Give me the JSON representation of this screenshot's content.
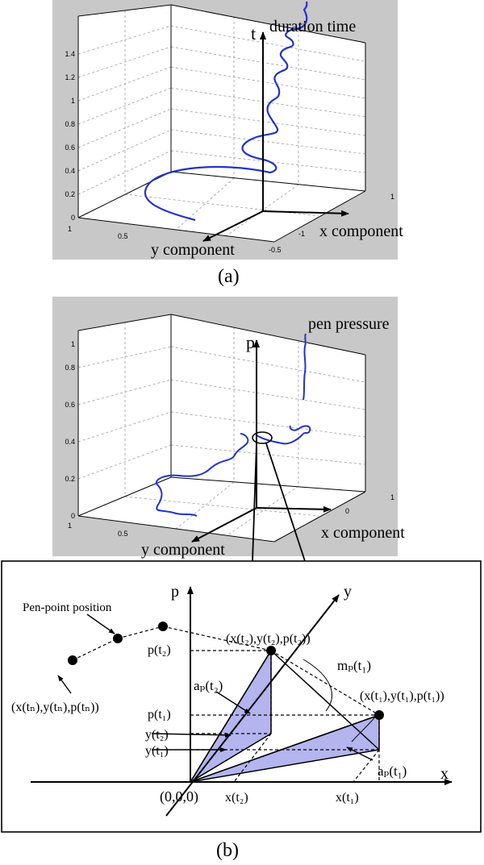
{
  "panel_a": {
    "caption": "(a)",
    "t_axis_label": "t",
    "title_label": "duration time",
    "x_axis_label": "x component",
    "y_axis_label": "y component",
    "z_ticks": [
      "0",
      "0.2",
      "0.4",
      "0.6",
      "0.8",
      "1",
      "1.2",
      "1.4"
    ],
    "y_ticks": [
      "1",
      "0.5"
    ],
    "x_ticks": [
      "-0.5",
      "-1",
      "1"
    ]
  },
  "panel_b": {
    "caption": "(b)",
    "p_axis_label": "p",
    "title_label": "pen pressure",
    "x_axis_label": "x component",
    "y_axis_label": "y component",
    "z_ticks": [
      "0",
      "0.2",
      "0.4",
      "0.6",
      "0.8",
      "1"
    ],
    "y_ticks": [
      "1",
      "0.5"
    ],
    "x_ticks": [
      "0",
      "1"
    ]
  },
  "detail": {
    "p_axis": "p",
    "x_axis": "x",
    "y_axis": "y",
    "pen_point_label": "Pen-point position",
    "origin": "(0,0,0)",
    "point_t2": "(x(t₂),y(t₂),p(t₂))",
    "point_t1": "(x(t₁),y(t₁),p(t₁))",
    "point_tn": "(x(tₙ),y(tₙ),p(tₙ))",
    "p_t2": "p(t₂)",
    "p_t1": "p(t₁)",
    "y_t2": "y(t₂)",
    "y_t1": "y(t₁)",
    "x_t2": "x(t₂)",
    "x_t1": "x(t₁)",
    "ap_t2": "aₚ(t₂)",
    "ap_t1": "aₚ(t₁)",
    "mp_t1": "mₚ(t₁)"
  },
  "colors": {
    "trajectory": "#2233cc",
    "panel_bg": "#c8c8c8",
    "triangle_fill": "#b4b4ee"
  }
}
